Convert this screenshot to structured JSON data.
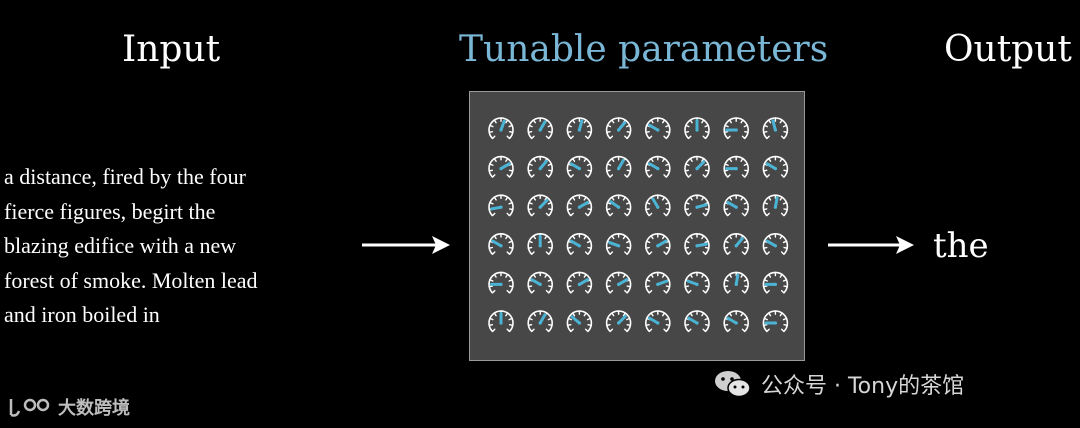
{
  "headings": {
    "input": "Input",
    "parameters": "Tunable parameters",
    "output": "Output"
  },
  "input_lines": [
    "a distance, fired by the four",
    "fierce figures, begirt the",
    "blazing edifice with a new",
    "forest of smoke. Molten lead",
    "and iron boiled in"
  ],
  "output_word": "the",
  "dials": {
    "rows": 6,
    "cols": 8,
    "accent_color": "#4bb3d4",
    "face_color": "#ffffff",
    "needle_angles_deg": [
      [
        20,
        30,
        15,
        40,
        300,
        0,
        270,
        345
      ],
      [
        60,
        40,
        300,
        30,
        300,
        45,
        270,
        300
      ],
      [
        260,
        45,
        60,
        305,
        330,
        75,
        300,
        10
      ],
      [
        300,
        0,
        300,
        290,
        60,
        80,
        40,
        300
      ],
      [
        270,
        300,
        60,
        60,
        70,
        290,
        10,
        270
      ],
      [
        0,
        30,
        310,
        45,
        300,
        300,
        300,
        270
      ]
    ]
  },
  "colors": {
    "background": "#000000",
    "heading_accent": "#7ab7d6",
    "panel": "#474747",
    "panel_border": "#9a9a9a"
  },
  "watermarks": {
    "left_text": "大数跨境",
    "right_text": "公众号 · Tony的茶馆"
  }
}
